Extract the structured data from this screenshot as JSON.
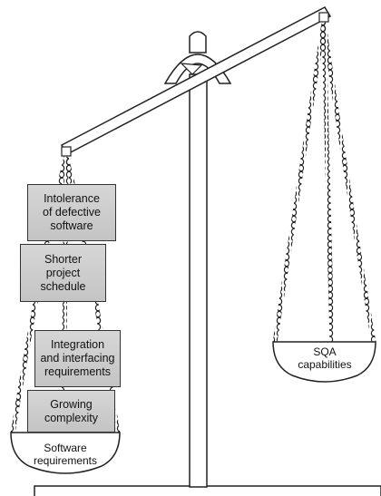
{
  "weights": [
    {
      "label": "Intolerance\nof defective\nsoftware"
    },
    {
      "label": "Shorter\nproject\nschedule"
    },
    {
      "label": "Integration\nand interfacing\nrequirements"
    },
    {
      "label": "Growing\ncomplexity"
    }
  ],
  "left_pan": {
    "label": "Software\nrequirements"
  },
  "right_pan": {
    "label": "SQA\ncapabilities"
  }
}
